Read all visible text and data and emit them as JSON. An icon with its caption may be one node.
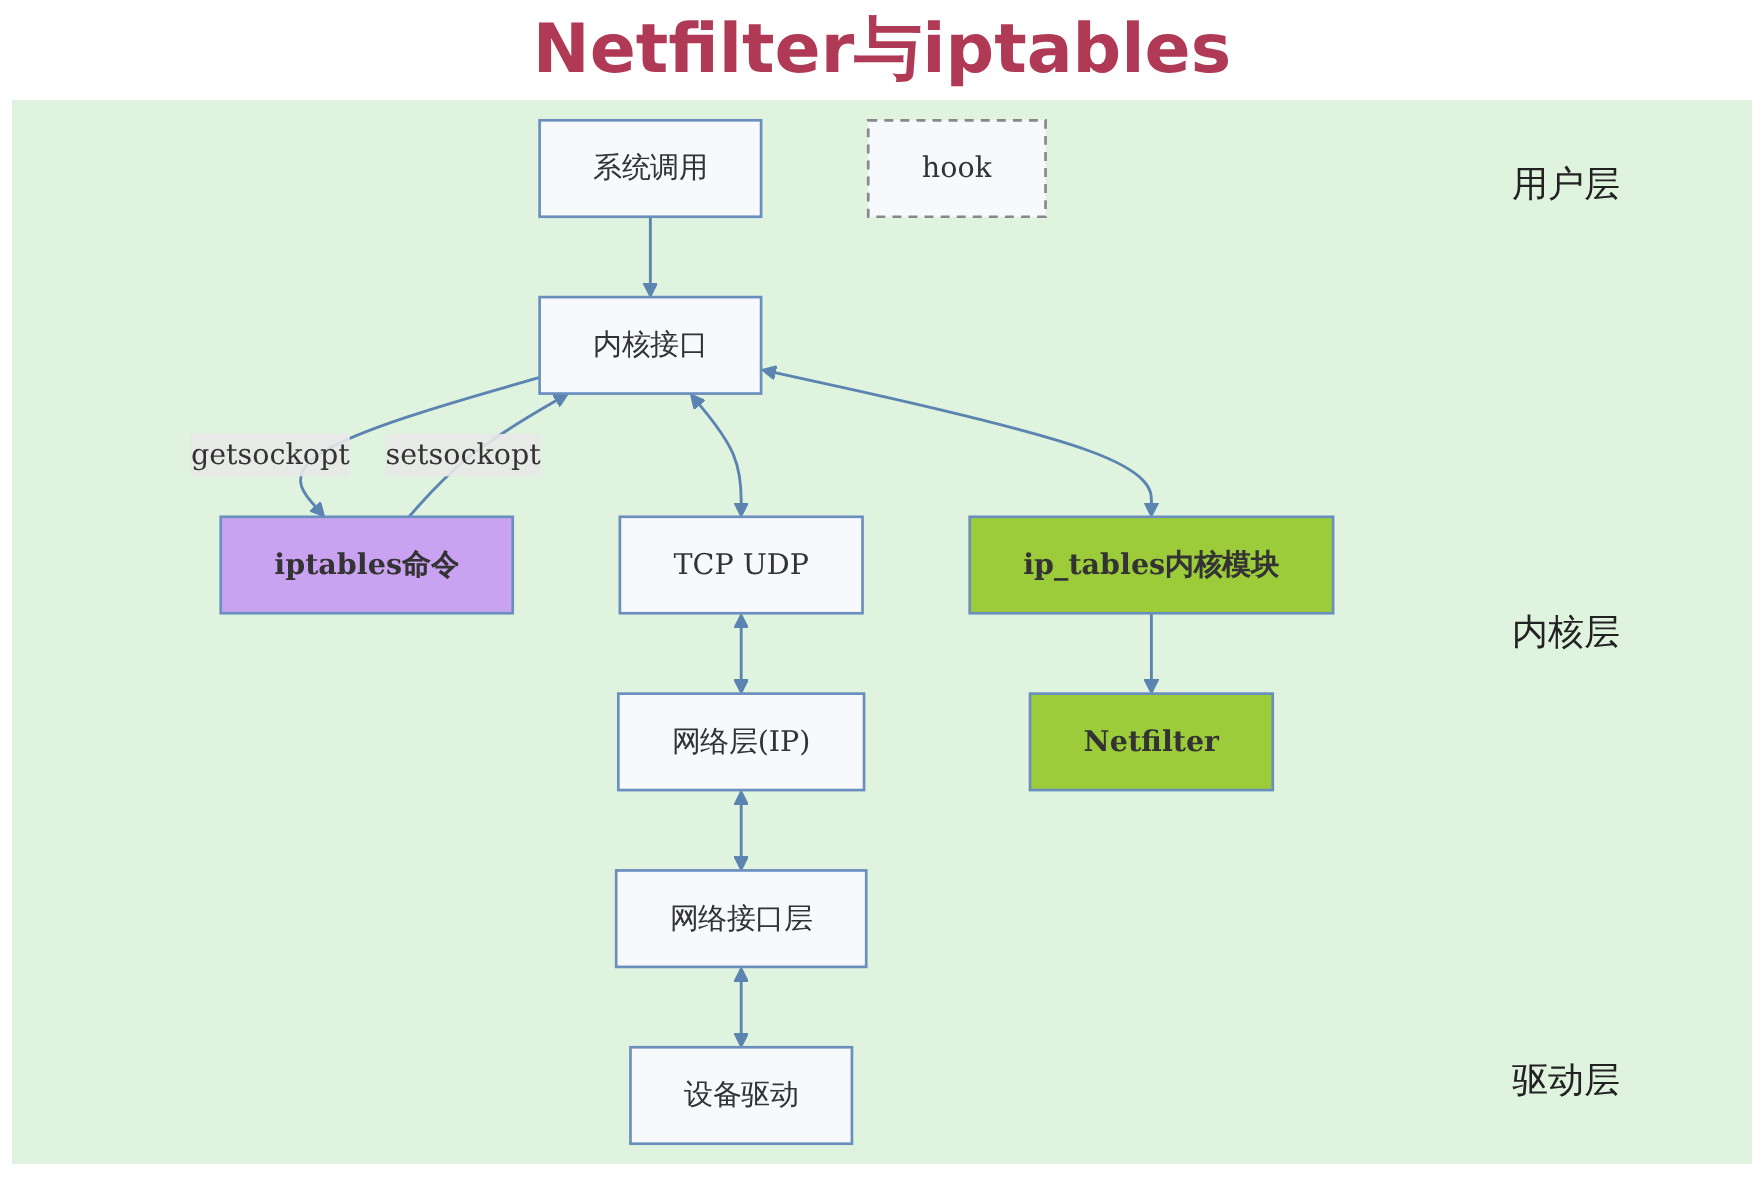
{
  "diagram": {
    "title": "Netfilter与iptables",
    "nodes": [
      {
        "text": [
          "系统调用"
        ]
      },
      {
        "text": [
          "iptables命令"
        ]
      },
      {
        "text": [
          "内核接口"
        ]
      },
      {
        "text": [
          "TCP UDP"
        ]
      },
      {
        "text": [
          "ip_tables内核模块"
        ]
      },
      {
        "text": [
          "网络层(IP)"
        ]
      },
      {
        "text": [
          "hook"
        ]
      },
      {
        "text": [
          "Netfilter"
        ]
      },
      {
        "text": [
          "网络接口层"
        ]
      },
      {
        "text": [
          "设备驱动"
        ]
      }
    ],
    "edges": [
      {
        "from": 0,
        "to": 2,
        "arrow": "to"
      },
      {
        "from": 1,
        "to": 2,
        "arrow": "to",
        "label": "setsockopt"
      },
      {
        "from": 2,
        "to": 1,
        "arrow": "to",
        "label": "getsockopt"
      },
      {
        "from": 2,
        "to": 3,
        "arrow": "both"
      },
      {
        "from": 2,
        "to": 4,
        "arrow": "both"
      },
      {
        "from": 4,
        "to": 7,
        "arrow": "to"
      },
      {
        "from": 3,
        "to": 5,
        "arrow": "both"
      },
      {
        "from": 5,
        "to": 8,
        "arrow": "both"
      },
      {
        "from": 8,
        "to": 9,
        "arrow": "both"
      }
    ],
    "labels": [
      "用户层",
      "内核层",
      "驱动层"
    ]
  }
}
